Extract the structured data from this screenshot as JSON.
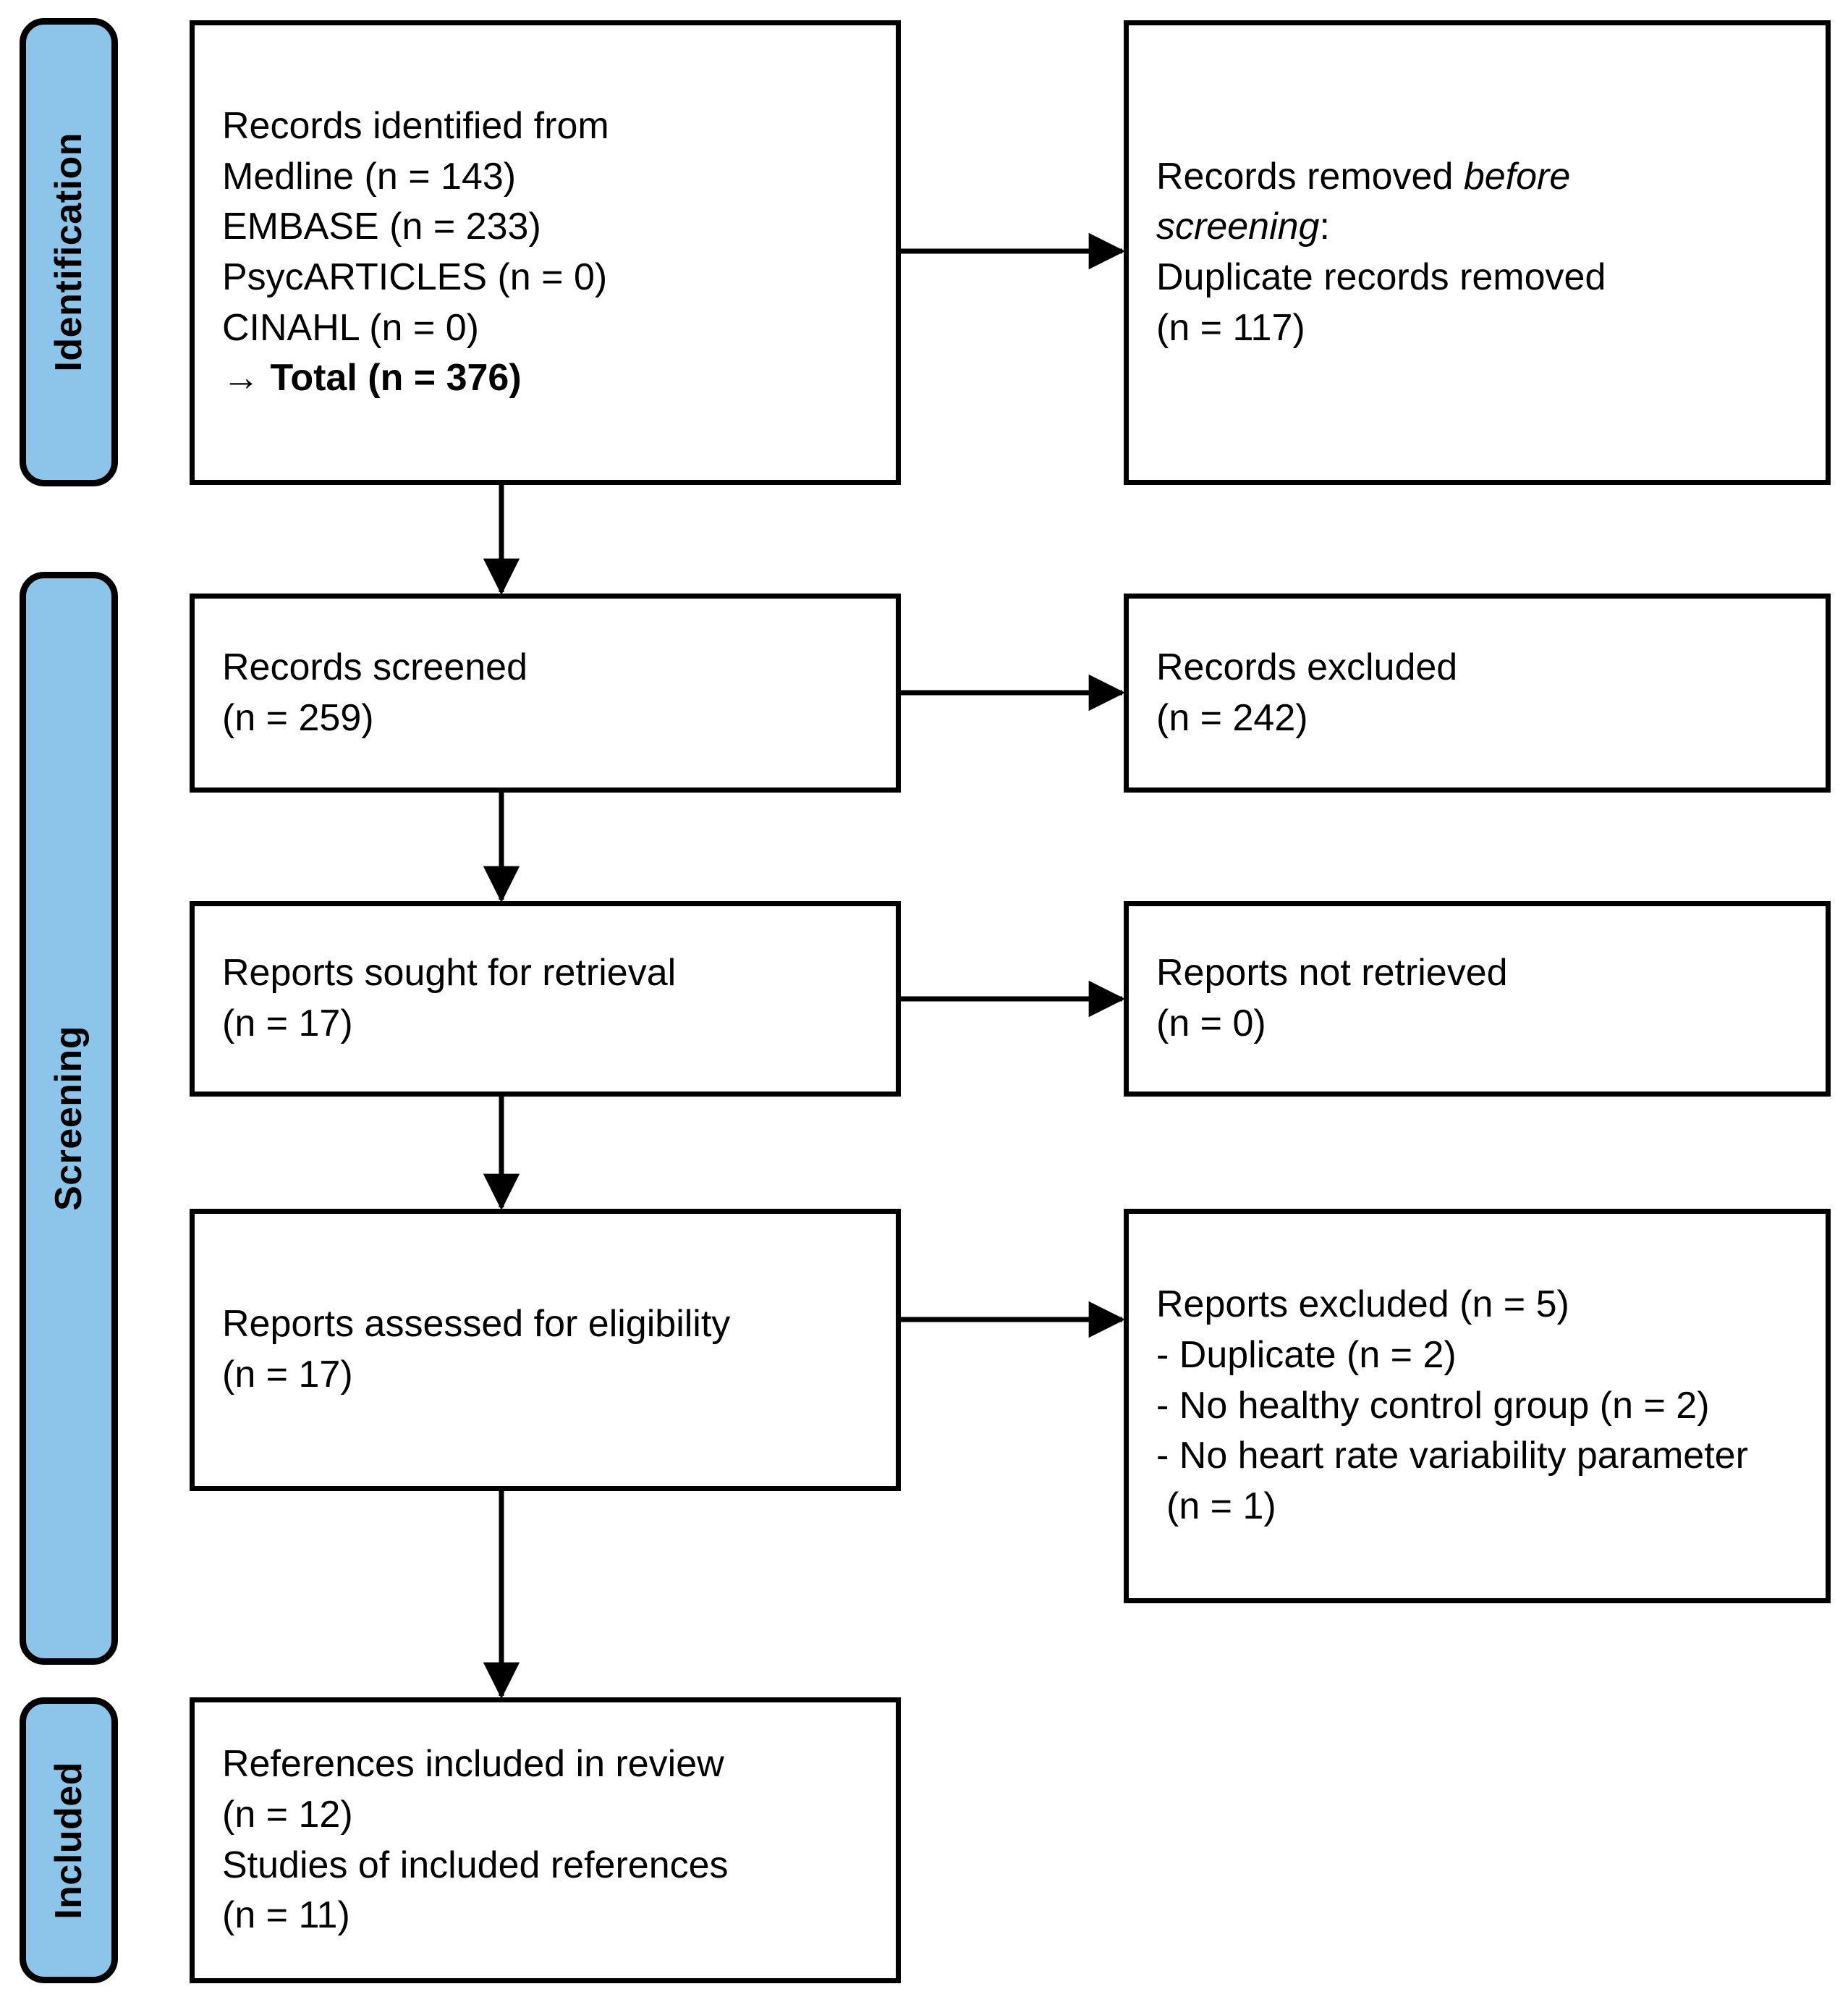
{
  "diagram": {
    "title": "PRISMA 2020 flow diagram",
    "accent_color": "#8CC4EA",
    "line_color": "#000000",
    "background_color": "#FFFFFF"
  },
  "stages": [
    {
      "id": "identification",
      "label": "Identification"
    },
    {
      "id": "screening",
      "label": "Screening"
    },
    {
      "id": "included",
      "label": "Included"
    }
  ],
  "boxes": {
    "records_identified": {
      "lines": [
        {
          "text": "Records identified from",
          "style": "normal"
        },
        {
          "text": " Medline (n = 143)",
          "style": "normal"
        },
        {
          "text": " EMBASE (n = 233)",
          "style": "normal"
        },
        {
          "text": " PsycARTICLES (n = 0)",
          "style": "normal"
        },
        {
          "text": " CINAHL (n = 0)",
          "style": "normal"
        },
        {
          "text": " → Total (n = 376)",
          "style": "bold"
        }
      ]
    },
    "records_removed": {
      "lines": [
        {
          "text": "Records removed ",
          "style": "normal"
        },
        {
          "text": "before",
          "style": "italic"
        },
        {
          "text": "screening",
          "style": "italic"
        },
        {
          "text": ":",
          "style": "normal"
        },
        {
          "text": " Duplicate records removed",
          "style": "normal"
        },
        {
          "text": "(n = 117)",
          "style": "normal"
        }
      ],
      "line1_prefix": "Records removed ",
      "line1_italic": "before",
      "line2_italic": "screening",
      "line2_suffix": ":",
      "line3": " Duplicate records removed",
      "line4": "(n = 117)"
    },
    "records_screened": {
      "lines": [
        {
          "text": "Records screened",
          "style": "normal"
        },
        {
          "text": "(n = 259)",
          "style": "normal"
        }
      ]
    },
    "records_excluded": {
      "lines": [
        {
          "text": "Records excluded",
          "style": "normal"
        },
        {
          "text": "(n = 242)",
          "style": "normal"
        }
      ]
    },
    "reports_sought": {
      "lines": [
        {
          "text": "Reports sought for retrieval",
          "style": "normal"
        },
        {
          "text": "(n = 17)",
          "style": "normal"
        }
      ]
    },
    "reports_not_retrieved": {
      "lines": [
        {
          "text": "Reports not retrieved",
          "style": "normal"
        },
        {
          "text": "(n = 0)",
          "style": "normal"
        }
      ]
    },
    "reports_assessed": {
      "lines": [
        {
          "text": "Reports assessed for eligibility",
          "style": "normal"
        },
        {
          "text": "(n = 17)",
          "style": "normal"
        }
      ]
    },
    "reports_excluded": {
      "lines": [
        {
          "text": "Reports excluded (n = 5)",
          "style": "normal"
        },
        {
          "text": "- Duplicate (n = 2)",
          "style": "normal"
        },
        {
          "text": "- No healthy control group (n = 2)",
          "style": "normal"
        },
        {
          "text": "- No heart rate variability parameter",
          "style": "normal"
        },
        {
          "text": " (n = 1)",
          "style": "normal"
        }
      ]
    },
    "references_included": {
      "lines": [
        {
          "text": "References included in review",
          "style": "normal"
        },
        {
          "text": "(n = 12)",
          "style": "normal"
        },
        {
          "text": "Studies of included references",
          "style": "normal"
        },
        {
          "text": "(n = 11)",
          "style": "normal"
        }
      ]
    }
  },
  "chart_data": {
    "type": "diagram",
    "title": "PRISMA 2020 flow diagram",
    "nodes": [
      {
        "id": "records_identified",
        "stage": "Identification",
        "column": "left",
        "counts": {
          "Medline": 143,
          "EMBASE": 233,
          "PsycARTICLES": 0,
          "CINAHL": 0,
          "Total": 376
        }
      },
      {
        "id": "records_removed",
        "stage": "Identification",
        "column": "right",
        "counts": {
          "Duplicate records removed": 117
        }
      },
      {
        "id": "records_screened",
        "stage": "Screening",
        "column": "left",
        "counts": {
          "n": 259
        }
      },
      {
        "id": "records_excluded",
        "stage": "Screening",
        "column": "right",
        "counts": {
          "n": 242
        }
      },
      {
        "id": "reports_sought",
        "stage": "Screening",
        "column": "left",
        "counts": {
          "n": 17
        }
      },
      {
        "id": "reports_not_retrieved",
        "stage": "Screening",
        "column": "right",
        "counts": {
          "n": 0
        }
      },
      {
        "id": "reports_assessed",
        "stage": "Screening",
        "column": "left",
        "counts": {
          "n": 17
        }
      },
      {
        "id": "reports_excluded",
        "stage": "Screening",
        "column": "right",
        "counts": {
          "total": 5,
          "Duplicate": 2,
          "No healthy control group": 2,
          "No heart rate variability parameter": 1
        }
      },
      {
        "id": "references_included",
        "stage": "Included",
        "column": "left",
        "counts": {
          "References included in review": 12,
          "Studies of included references": 11
        }
      }
    ],
    "edges": [
      {
        "from": "records_identified",
        "to": "records_removed",
        "direction": "right"
      },
      {
        "from": "records_identified",
        "to": "records_screened",
        "direction": "down"
      },
      {
        "from": "records_screened",
        "to": "records_excluded",
        "direction": "right"
      },
      {
        "from": "records_screened",
        "to": "reports_sought",
        "direction": "down"
      },
      {
        "from": "reports_sought",
        "to": "reports_not_retrieved",
        "direction": "right"
      },
      {
        "from": "reports_sought",
        "to": "reports_assessed",
        "direction": "down"
      },
      {
        "from": "reports_assessed",
        "to": "reports_excluded",
        "direction": "right"
      },
      {
        "from": "reports_assessed",
        "to": "references_included",
        "direction": "down"
      }
    ]
  }
}
